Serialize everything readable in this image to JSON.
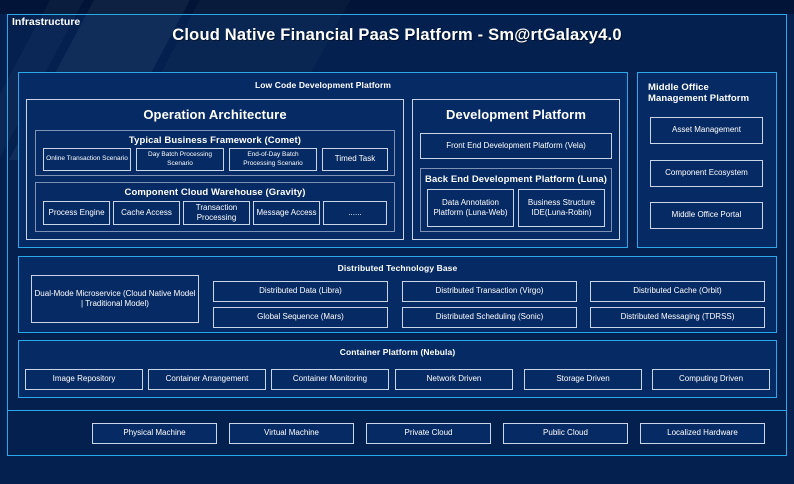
{
  "title": "Cloud Native Financial PaaS Platform - Sm@rtGalaxy4.0",
  "colors": {
    "background": "#03204f",
    "panel": "#062a63",
    "accent": "#2aa8ea",
    "chip_border": "#c9d6e8",
    "text": "#ffffff"
  },
  "low_code": {
    "title": "Low Code Development Platform",
    "operation_architecture": {
      "title": "Operation Architecture",
      "typical_business_framework": {
        "title": "Typical Business Framework (Comet)",
        "items": [
          "Online Transaction Scenario",
          "Day Batch Processing Scenario",
          "End-of-Day Batch Processing Scenario",
          "Timed Task"
        ]
      },
      "component_cloud_warehouse": {
        "title": "Component Cloud Warehouse (Gravity)",
        "items": [
          "Process Engine",
          "Cache Access",
          "Transaction Processing",
          "Message Access",
          "......"
        ]
      }
    },
    "development_platform": {
      "title": "Development Platform",
      "front_end": "Front End Development Platform (Vela)",
      "back_end": {
        "title": "Back End Development Platform (Luna)",
        "items": [
          "Data Annotation Platform (Luna-Web)",
          "Business Structure IDE(Luna-Robin)"
        ]
      }
    }
  },
  "middle_office": {
    "title": "Middle Office Management Platform",
    "items": [
      "Asset Management",
      "Component Ecosystem",
      "Middle Office Portal"
    ]
  },
  "distributed_technology_base": {
    "title": "Distributed Technology Base",
    "highlight": "Dual-Mode Microservice (Cloud Native Model | Traditional Model)",
    "items": [
      "Distributed Data (Libra)",
      "Global Sequence (Mars)",
      "Distributed Transaction (Virgo)",
      "Distributed Scheduling (Sonic)",
      "Distributed Cache (Orbit)",
      "Distributed Messaging (TDRSS)"
    ]
  },
  "container_platform": {
    "title": "Container Platform (Nebula)",
    "items": [
      "Image Repository",
      "Container Arrangement",
      "Container Monitoring",
      "Network Driven",
      "Storage Driven",
      "Computing Driven"
    ]
  },
  "infrastructure": {
    "label": "Infrastructure",
    "items": [
      "Physical Machine",
      "Virtual Machine",
      "Private Cloud",
      "Public Cloud",
      "Localized Hardware"
    ]
  }
}
